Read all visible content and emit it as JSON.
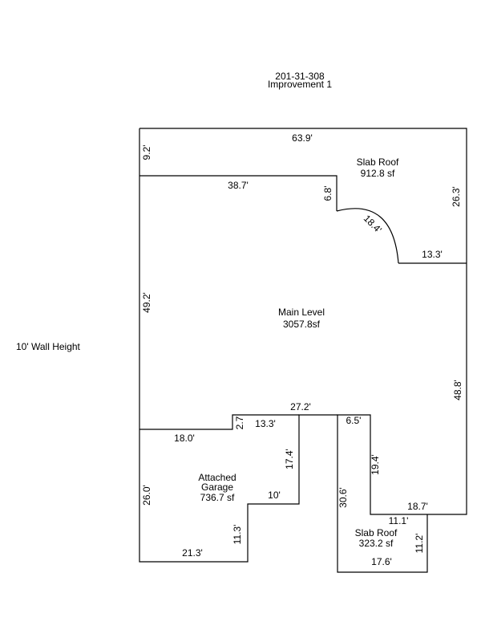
{
  "header": {
    "parcel": "201-31-308",
    "improvement": "Improvement 1"
  },
  "wall_height": "10' Wall Height",
  "areas": {
    "slab_roof_top": {
      "name": "Slab Roof",
      "size": "912.8 sf"
    },
    "main_level": {
      "name": "Main Level",
      "size": "3057.8sf"
    },
    "garage": {
      "name1": "Attached",
      "name2": "Garage",
      "size": "736.7 sf"
    },
    "slab_roof_bottom": {
      "name": "Slab Roof",
      "size": "323.2 sf"
    }
  },
  "dimensions": {
    "top": "63.9'",
    "left_top": "9.2'",
    "inner_top": "38.7'",
    "inner_drop": "6.8'",
    "arc": "18.4'",
    "right_top": "26.3'",
    "step_right": "13.3'",
    "left_main": "49.2'",
    "right_main": "48.8'",
    "main_bottom": "27.2'",
    "garage_top": "18.0'",
    "garage_step": "2.7",
    "garage_step_w": "13.3'",
    "slab_step_w": "6.5'",
    "garage_right": "17.4'",
    "slab_inner": "19.4'",
    "garage_left": "26.0'",
    "garage_notch": "10'",
    "slab_left": "30.6'",
    "slab_top_right": "18.7'",
    "slab_ledge": "11.1'",
    "garage_notch_h": "11.3'",
    "slab_right": "11.2'",
    "garage_bottom": "21.3'",
    "slab_bottom": "17.6'"
  }
}
